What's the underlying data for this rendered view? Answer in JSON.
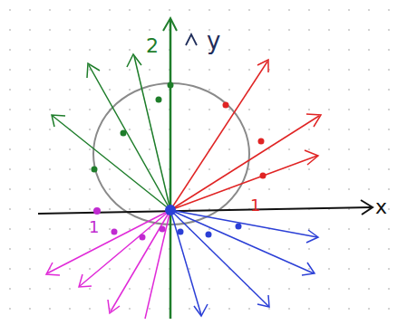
{
  "diagram": {
    "labels": [
      "y",
      "2",
      "x",
      "1",
      "1"
    ]
  }
}
